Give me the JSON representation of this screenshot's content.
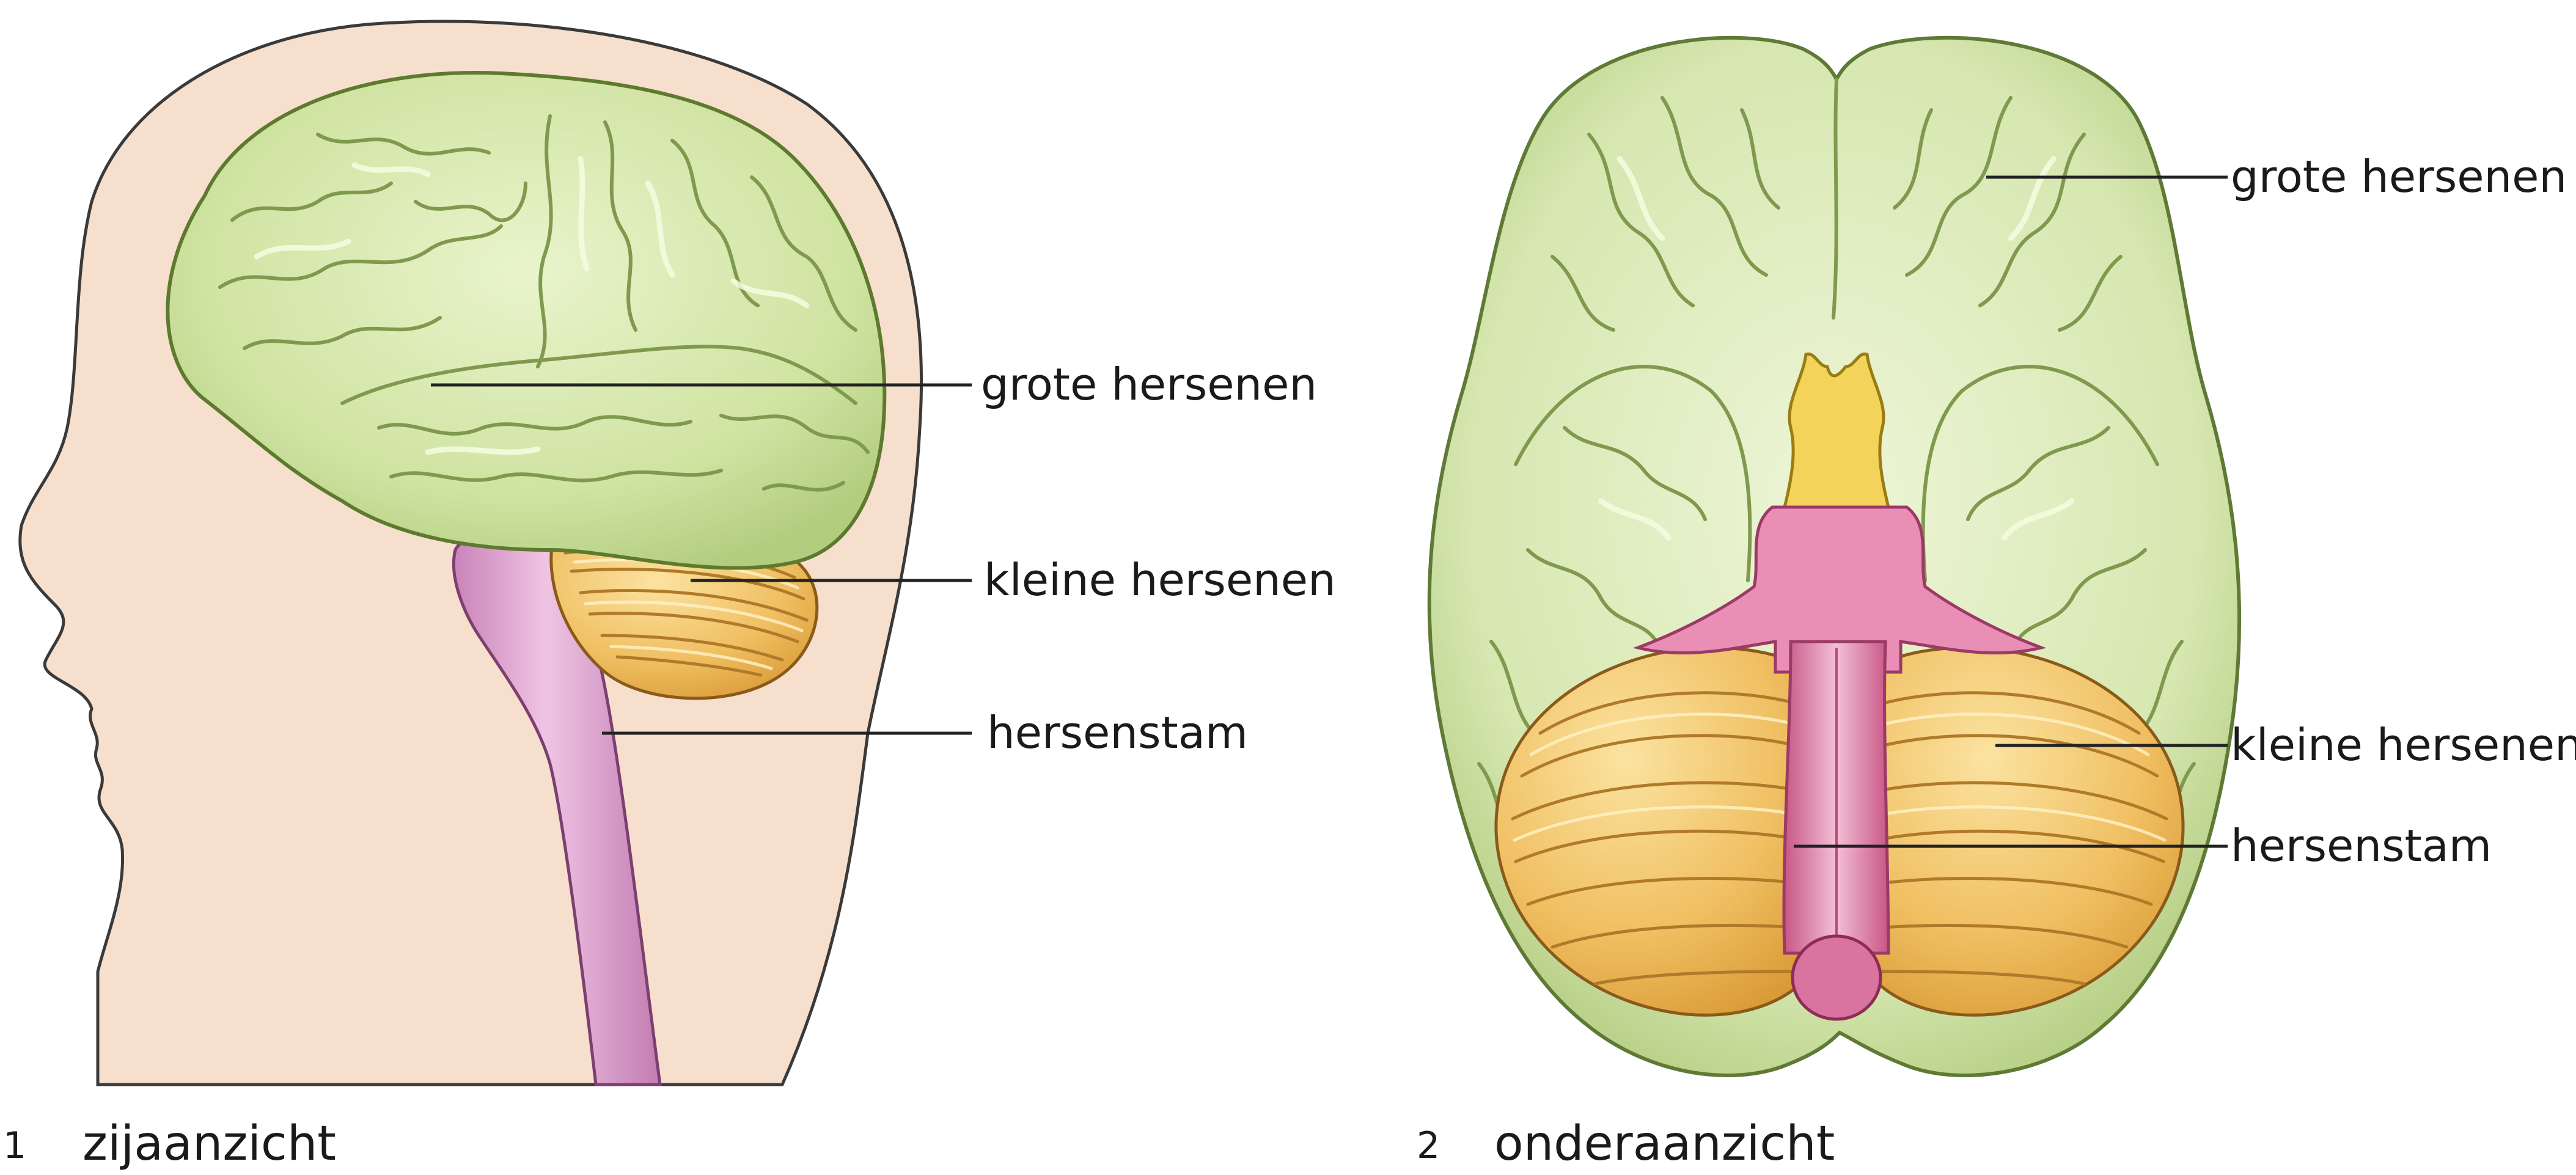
{
  "figures": [
    {
      "number": "1",
      "caption": "zijaanzicht",
      "labels": [
        "grote hersenen",
        "kleine hersenen",
        "hersenstam"
      ]
    },
    {
      "number": "2",
      "caption": "onderaanzicht",
      "labels": [
        "grote hersenen",
        "kleine hersenen",
        "hersenstam"
      ]
    }
  ],
  "colors": {
    "skin": "#f6dfcc",
    "cerebrum": "#d3e6a8",
    "cerebellum": "#f0bf62",
    "brainstem": "#dca3cf",
    "brainstem_bottom_view": "#d9739f",
    "optic_chiasm": "#f3d35a"
  }
}
